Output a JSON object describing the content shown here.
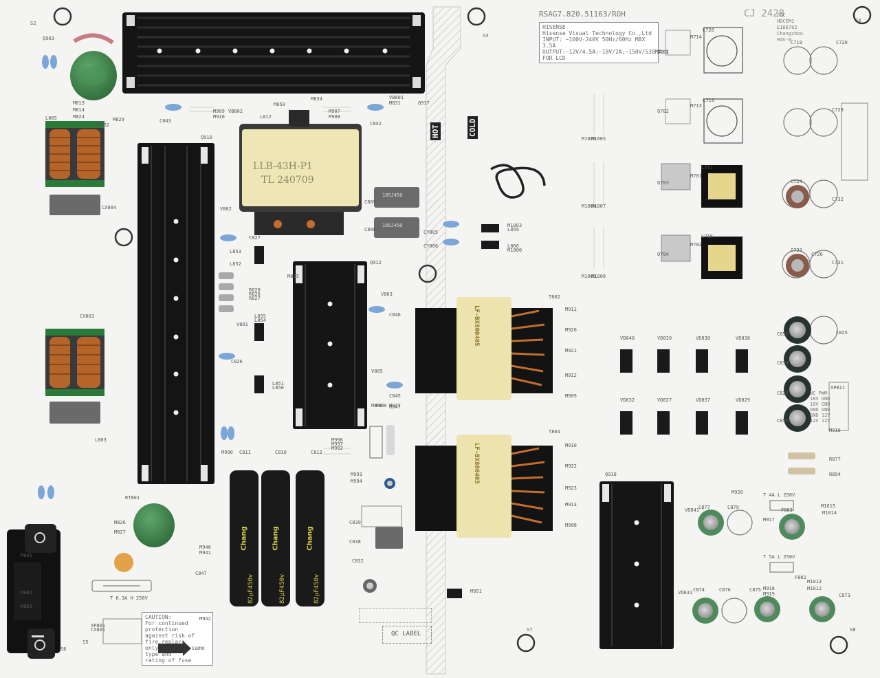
{
  "board": {
    "model": "RSAG7.820.51163/ROH",
    "batch": "CJ 2428",
    "info_lines": [
      "HISENSE",
      "Hisense Visual Technology Co.,Ltd",
      "INPUT: ~100V-240V 50Hz/60Hz MAX 3.5A",
      "OUTPUT:~12V/4.5A;~18V/2A;~150V/530MA/4 FOR LCD"
    ],
    "cert_lines": [
      "CQC",
      "HDCEM1",
      "E166702",
      "Changzhou",
      "94V-0"
    ],
    "hot_label": "HOT",
    "cold_label": "COLD",
    "qc_label": "QC LABEL",
    "caution_lines": [
      "CAUTION:",
      "For continued protection",
      "against risk of fire,replace",
      "only with the same type and",
      "rating of fuse"
    ],
    "fuse_rating_main": "T 6.3A H 250V",
    "fuse_rating_aux1": "T 4A L 250V",
    "fuse_rating_aux2": "T 5A L 250V"
  },
  "transformer_main": {
    "line1": "LLB-43H-P1",
    "line2": "TL 240709"
  },
  "capacitor_print": [
    "Chang",
    "Chang",
    "Chang"
  ],
  "cap_rating": "82μF450v",
  "transformer_t802": "LF-BX800405",
  "transformer_t804": "LF-BX800405",
  "film_cap": "105J450",
  "connector_table": {
    "header": [
      "NC",
      "PWM"
    ],
    "rows": [
      [
        "18V",
        "GND"
      ],
      [
        "18V",
        "GND"
      ],
      [
        "GND",
        "GND"
      ],
      [
        "GND",
        "12V"
      ],
      [
        "12V",
        "12V"
      ]
    ]
  },
  "designators": [
    "Q910",
    "L812",
    "M850",
    "M834",
    "Q917",
    "VB801",
    "M831",
    "C842",
    "M907",
    "M908",
    "M909",
    "M910",
    "L805",
    "CX804",
    "Q903",
    "L803",
    "CX803",
    "M813",
    "M814",
    "M824",
    "RT802",
    "M829",
    "VB802",
    "C843",
    "V802",
    "C827",
    "L853",
    "L852",
    "R828",
    "R826",
    "R827",
    "V801",
    "L855",
    "L854",
    "C826",
    "L851",
    "L850",
    "Q912",
    "M815",
    "V803",
    "C846",
    "V805",
    "C845",
    "M846",
    "M847",
    "R846",
    "R847",
    "C809",
    "C808",
    "CY805",
    "CY806",
    "M1003",
    "L859",
    "L860",
    "M1000",
    "T802",
    "M911",
    "M920",
    "M921",
    "M912",
    "M909",
    "T804",
    "M910",
    "M922",
    "M923",
    "M913",
    "M908",
    "C811",
    "C810",
    "C812",
    "M990",
    "M996",
    "M997",
    "M992",
    "M993",
    "M994",
    "C839",
    "C838",
    "C832",
    "M951",
    "L720",
    "L719",
    "L717",
    "L718",
    "M714",
    "M713",
    "M701",
    "M702",
    "Q701",
    "Q702",
    "Q703",
    "Q704",
    "C719",
    "C720",
    "C724",
    "C723",
    "C726",
    "C732",
    "C731",
    "C729",
    "M1006",
    "M1005",
    "M1004",
    "M1007",
    "M1009",
    "M1008",
    "VD840",
    "VD839",
    "VD830",
    "VD838",
    "VD832",
    "VD827",
    "VD837",
    "VD829",
    "C857",
    "C834",
    "C828",
    "C856",
    "C825",
    "XP811",
    "M916",
    "R877",
    "R894",
    "Q918",
    "M920",
    "F803",
    "M1015",
    "M1014",
    "VD841",
    "C877",
    "C879",
    "VD831",
    "C874",
    "C876",
    "C875",
    "C873",
    "M917",
    "M918",
    "M919",
    "F802",
    "M1012",
    "M1013",
    "M801",
    "M802",
    "M803",
    "XP801",
    "CX801",
    "RT801",
    "M826",
    "M827",
    "M940",
    "M941",
    "C847",
    "M942",
    "S2",
    "S3",
    "S4",
    "S5",
    "S6",
    "S7",
    "S8"
  ],
  "colors": {
    "board": "#f4f4f2",
    "heatsink": "#141414",
    "trace": "#cfcfcf",
    "copper": "#b5642a",
    "ferrite": "#2b2b2b",
    "varistor": "#3f8a4a",
    "ceramic_cap": "#7ba6d8",
    "elec_cap_sleeve": "#1b1b1b",
    "elec_cap_text": "#d6cc52",
    "transformer_yellow": "#efe6b5",
    "ecap_small_green": "#4f8a5c"
  },
  "icons": [
    "mounting-hole-icon",
    "fuse-icon",
    "diode-icon",
    "inductor-coil-icon",
    "heatsink-icon",
    "ac-inlet-icon",
    "arrow-right-icon"
  ]
}
